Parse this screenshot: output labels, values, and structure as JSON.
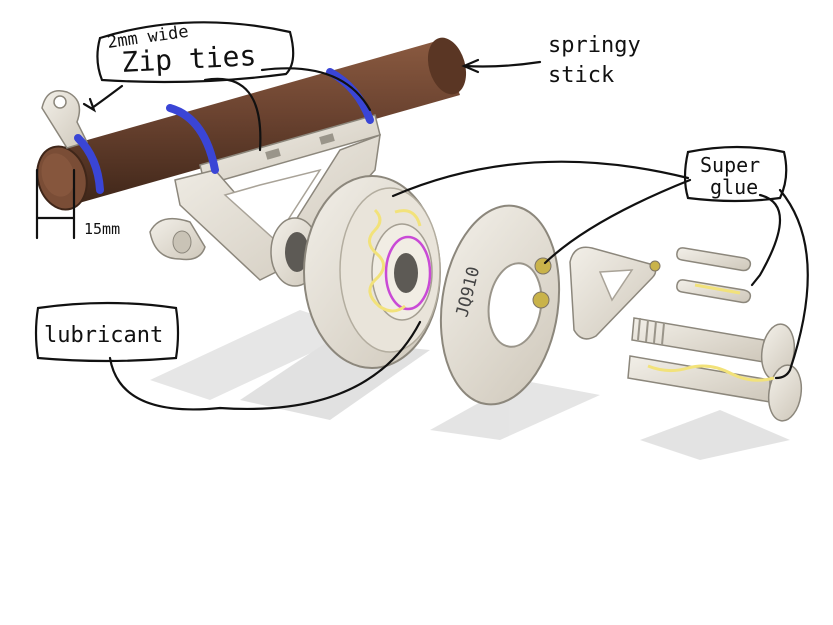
{
  "annotations": {
    "zip_top": "2mm wide",
    "zip_bottom": "Zip ties",
    "springy_top": "springy",
    "springy_bottom": "stick",
    "glue_top": "Super",
    "glue_bottom": "glue",
    "lubricant": "lubricant",
    "dimension": "15mm",
    "part_mark": "JQ910"
  },
  "colors": {
    "wood": "#6b4330",
    "wood_dark": "#4a2c1f",
    "plastic": "#e7e2d8",
    "plastic_shade": "#c9c3b6",
    "zip_tie": "#3a45d6",
    "glue": "#f2e27a",
    "lube": "#c94ad6",
    "ink": "#111111"
  }
}
